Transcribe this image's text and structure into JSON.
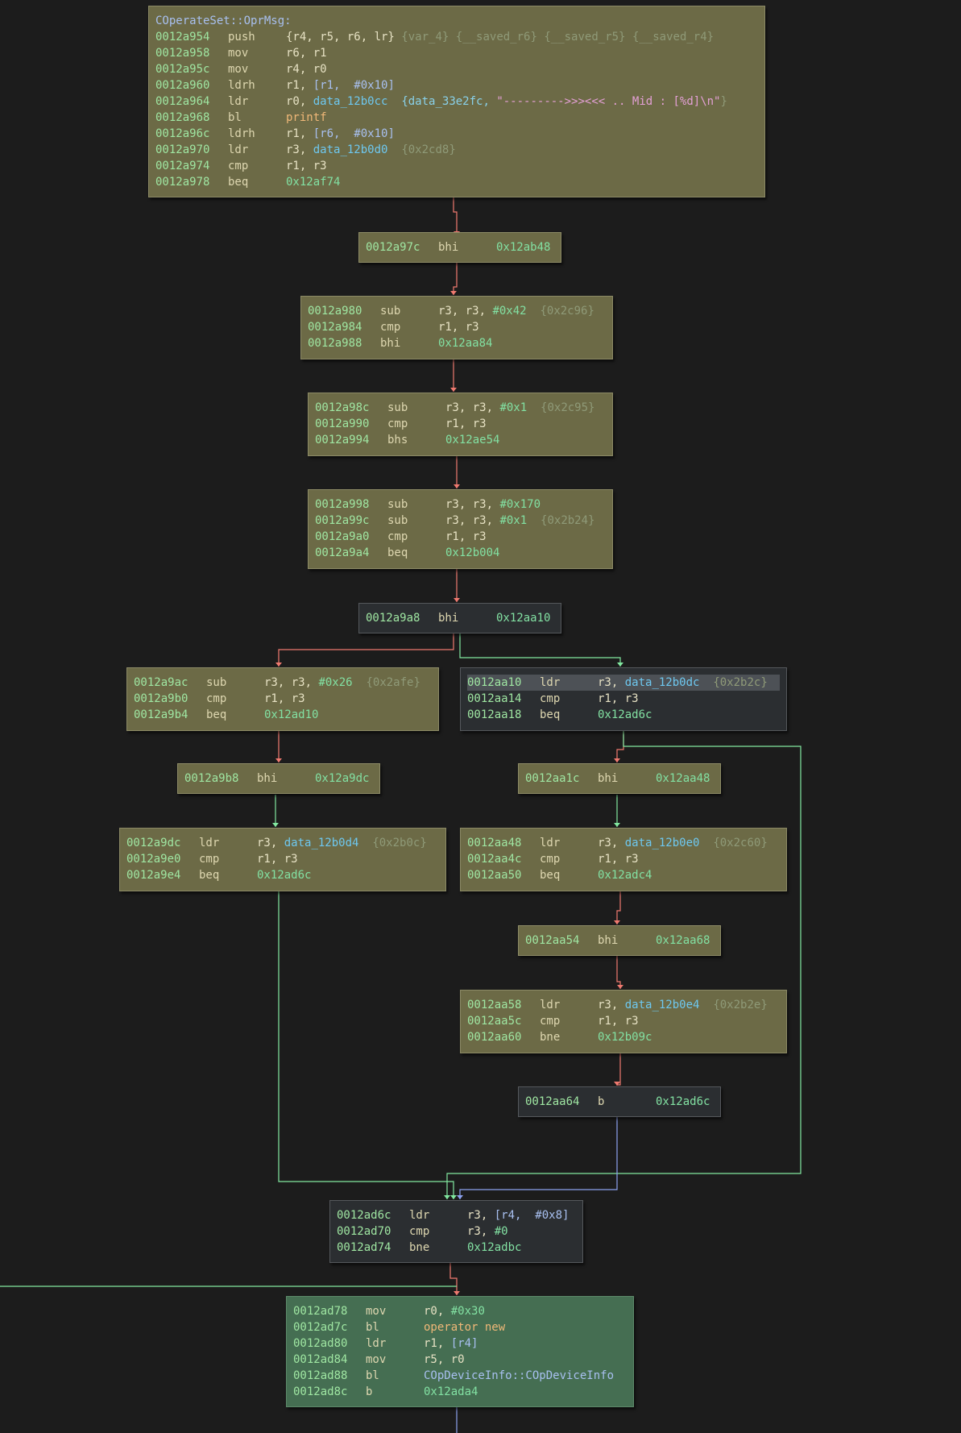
{
  "graph": {
    "function_name": "COperateSet::OprMsg:",
    "blocks": {
      "b1": [
        {
          "addr": "0012a954",
          "mn": "push",
          "ops": "{r4, r5, r6, lr}",
          "c1": "{var_4}",
          "c2": "{__saved_r6}",
          "c3": "{__saved_r5}",
          "c4": "{__saved_r4}"
        },
        {
          "addr": "0012a958",
          "mn": "mov",
          "ops": "r6, r1"
        },
        {
          "addr": "0012a95c",
          "mn": "mov",
          "ops": "r4, r0"
        },
        {
          "addr": "0012a960",
          "mn": "ldrh",
          "reg": "r1,",
          "mem": "[r1,  #0x10]"
        },
        {
          "addr": "0012a964",
          "mn": "ldr",
          "reg": "r0,",
          "sym": "data_12b0cc",
          "c1": "{data_33e2fc,",
          "str": "\"--------->>><<< .. Mid : [%d]\\n\"",
          "c2": "}"
        },
        {
          "addr": "0012a968",
          "mn": "bl",
          "call": "printf"
        },
        {
          "addr": "0012a96c",
          "mn": "ldrh",
          "reg": "r1,",
          "mem": "[r6,  #0x10]"
        },
        {
          "addr": "0012a970",
          "mn": "ldr",
          "reg": "r3,",
          "sym": "data_12b0d0",
          "c1": "{0x2cd8}"
        },
        {
          "addr": "0012a974",
          "mn": "cmp",
          "ops": "r1, r3"
        },
        {
          "addr": "0012a978",
          "mn": "beq",
          "tgt": "0x12af74"
        }
      ],
      "b2": [
        {
          "addr": "0012a97c",
          "mn": "bhi",
          "tgt": "0x12ab48"
        }
      ],
      "b3": [
        {
          "addr": "0012a980",
          "mn": "sub",
          "reg": "r3, r3,",
          "imm": "#0x42",
          "c1": "{0x2c96}"
        },
        {
          "addr": "0012a984",
          "mn": "cmp",
          "ops": "r1, r3"
        },
        {
          "addr": "0012a988",
          "mn": "bhi",
          "tgt": "0x12aa84"
        }
      ],
      "b4": [
        {
          "addr": "0012a98c",
          "mn": "sub",
          "reg": "r3, r3,",
          "imm": "#0x1",
          "c1": "{0x2c95}"
        },
        {
          "addr": "0012a990",
          "mn": "cmp",
          "ops": "r1, r3"
        },
        {
          "addr": "0012a994",
          "mn": "bhs",
          "tgt": "0x12ae54"
        }
      ],
      "b5": [
        {
          "addr": "0012a998",
          "mn": "sub",
          "reg": "r3, r3,",
          "imm": "#0x170"
        },
        {
          "addr": "0012a99c",
          "mn": "sub",
          "reg": "r3, r3,",
          "imm": "#0x1",
          "c1": "{0x2b24}"
        },
        {
          "addr": "0012a9a0",
          "mn": "cmp",
          "ops": "r1, r3"
        },
        {
          "addr": "0012a9a4",
          "mn": "beq",
          "tgt": "0x12b004"
        }
      ],
      "b6": [
        {
          "addr": "0012a9a8",
          "mn": "bhi",
          "tgt": "0x12aa10"
        }
      ],
      "b7": [
        {
          "addr": "0012a9ac",
          "mn": "sub",
          "reg": "r3, r3,",
          "imm": "#0x26",
          "c1": "{0x2afe}"
        },
        {
          "addr": "0012a9b0",
          "mn": "cmp",
          "ops": "r1, r3"
        },
        {
          "addr": "0012a9b4",
          "mn": "beq",
          "tgt": "0x12ad10"
        }
      ],
      "b8": [
        {
          "addr": "0012aa10",
          "mn": "ldr",
          "reg": "r3,",
          "sym": "data_12b0dc",
          "c1": "{0x2b2c}"
        },
        {
          "addr": "0012aa14",
          "mn": "cmp",
          "ops": "r1, r3"
        },
        {
          "addr": "0012aa18",
          "mn": "beq",
          "tgt": "0x12ad6c"
        }
      ],
      "b9": [
        {
          "addr": "0012a9b8",
          "mn": "bhi",
          "tgt": "0x12a9dc"
        }
      ],
      "b10": [
        {
          "addr": "0012aa1c",
          "mn": "bhi",
          "tgt": "0x12aa48"
        }
      ],
      "b11": [
        {
          "addr": "0012a9dc",
          "mn": "ldr",
          "reg": "r3,",
          "sym": "data_12b0d4",
          "c1": "{0x2b0c}"
        },
        {
          "addr": "0012a9e0",
          "mn": "cmp",
          "ops": "r1, r3"
        },
        {
          "addr": "0012a9e4",
          "mn": "beq",
          "tgt": "0x12ad6c"
        }
      ],
      "b12": [
        {
          "addr": "0012aa48",
          "mn": "ldr",
          "reg": "r3,",
          "sym": "data_12b0e0",
          "c1": "{0x2c60}"
        },
        {
          "addr": "0012aa4c",
          "mn": "cmp",
          "ops": "r1, r3"
        },
        {
          "addr": "0012aa50",
          "mn": "beq",
          "tgt": "0x12adc4"
        }
      ],
      "b13": [
        {
          "addr": "0012aa54",
          "mn": "bhi",
          "tgt": "0x12aa68"
        }
      ],
      "b14": [
        {
          "addr": "0012aa58",
          "mn": "ldr",
          "reg": "r3,",
          "sym": "data_12b0e4",
          "c1": "{0x2b2e}"
        },
        {
          "addr": "0012aa5c",
          "mn": "cmp",
          "ops": "r1, r3"
        },
        {
          "addr": "0012aa60",
          "mn": "bne",
          "tgt": "0x12b09c"
        }
      ],
      "b15": [
        {
          "addr": "0012aa64",
          "mn": "b",
          "tgt": "0x12ad6c"
        }
      ],
      "b16": [
        {
          "addr": "0012ad6c",
          "mn": "ldr",
          "reg": "r3,",
          "mem": "[r4,  #0x8]"
        },
        {
          "addr": "0012ad70",
          "mn": "cmp",
          "reg": "r3,",
          "imm": "#0"
        },
        {
          "addr": "0012ad74",
          "mn": "bne",
          "tgt": "0x12adbc"
        }
      ],
      "b17": [
        {
          "addr": "0012ad78",
          "mn": "mov",
          "reg": "r0,",
          "imm": "#0x30"
        },
        {
          "addr": "0012ad7c",
          "mn": "bl",
          "call": "operator new"
        },
        {
          "addr": "0012ad80",
          "mn": "ldr",
          "reg": "r1,",
          "mem": "[r4]"
        },
        {
          "addr": "0012ad84",
          "mn": "mov",
          "ops": "r5, r0"
        },
        {
          "addr": "0012ad88",
          "mn": "bl",
          "cls": "COpDeviceInfo::COpDeviceInfo"
        },
        {
          "addr": "0012ad8c",
          "mn": "b",
          "tgt": "0x12ada4"
        }
      ]
    },
    "colors": {
      "background": "#1c1c1c",
      "block": "#6c6a46",
      "block_selected": "#2b2e31",
      "block_green": "#456e52",
      "edge_false": "#f07a70",
      "edge_true": "#82e8a0",
      "edge_unconditional": "#8da2f0"
    }
  }
}
